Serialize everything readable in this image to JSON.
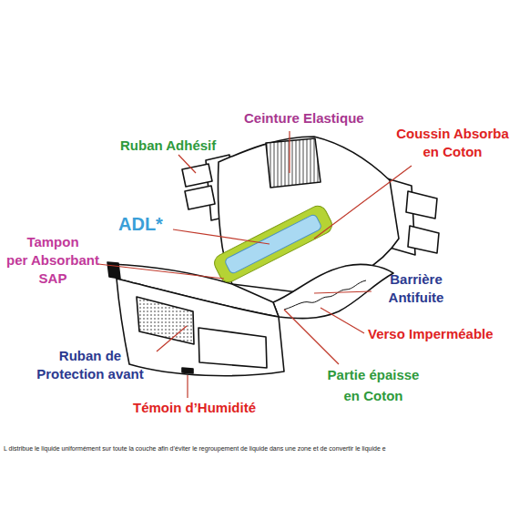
{
  "diagram": {
    "labels": [
      "Ceinture Elastique",
      "Ruban Adhésif",
      "Coussin Absorba en Coton",
      "ADL*",
      "Tampon per Absorbant SAP",
      "Barrière Antifuite",
      "Verso Imperméable",
      "Ruban de Protection avant",
      "Partie épaisse en Coton",
      "Témoin d’Humidité",
      "L distribue le liquide uniformément sur toute la couche afin d’éviter le regroupement de liquide dans une zone et de convertir le liquide e"
    ]
  }
}
